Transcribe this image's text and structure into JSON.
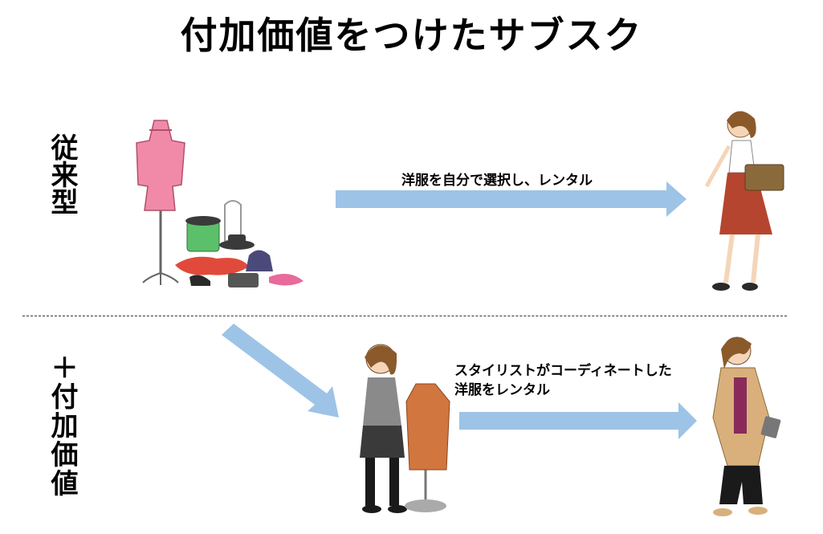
{
  "title": "付加価値をつけたサブスク",
  "row_conventional": {
    "label": "従来型",
    "caption": "洋服を自分で選択し、レンタル"
  },
  "row_value_added": {
    "label": "＋付加価値",
    "caption_line1": "スタイリストがコーディネートした",
    "caption_line2": "洋服をレンタル"
  },
  "colors": {
    "arrow": "#9dc3e6",
    "dress": "#f08aa8",
    "skirt": "#b5452e",
    "coat": "#d9b07c"
  },
  "icons": [
    "clothes-pile-illustration",
    "woman-with-bag-illustration",
    "stylist-illustration",
    "woman-in-coat-illustration"
  ]
}
